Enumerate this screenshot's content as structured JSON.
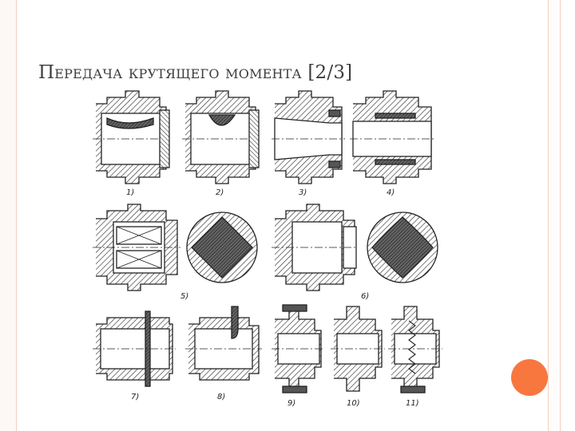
{
  "slide": {
    "title": "Передача крутящего момента",
    "title_suffix": " [2/3]",
    "accent_color": "#f7773f",
    "figure_labels": [
      "1)",
      "2)",
      "3)",
      "4)",
      "5)",
      "6)",
      "7)",
      "8)",
      "9)",
      "10)",
      "11)"
    ]
  }
}
